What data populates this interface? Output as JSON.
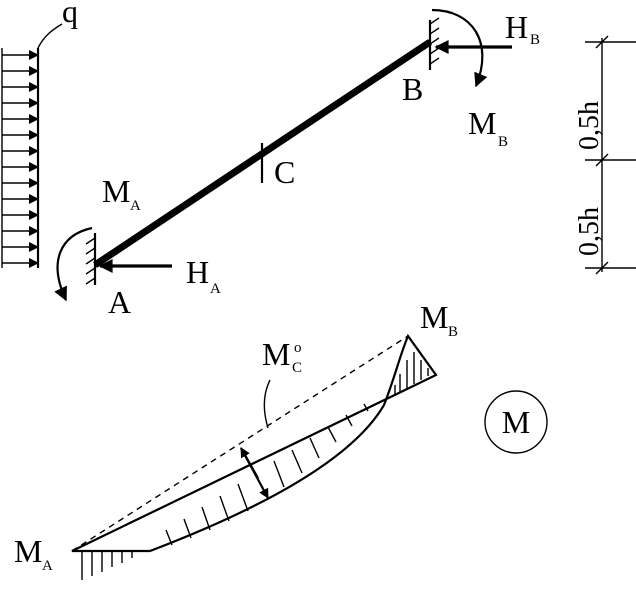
{
  "load": {
    "q": "q"
  },
  "supports": {
    "A": {
      "label": "A",
      "moment_main": "M",
      "moment_sub": "A",
      "force_main": "H",
      "force_sub": "A"
    },
    "B": {
      "label": "B",
      "moment_main": "M",
      "moment_sub": "B",
      "force_main": "H",
      "force_sub": "B"
    }
  },
  "midpoint": {
    "label": "C"
  },
  "dimensions": {
    "upper": "0,5h",
    "lower": "0,5h"
  },
  "moment_diagram": {
    "left_main": "M",
    "left_sub": "A",
    "right_main": "M",
    "right_sub": "B",
    "center_main": "M",
    "center_sub": "C",
    "center_sup": "o",
    "badge": "M"
  }
}
